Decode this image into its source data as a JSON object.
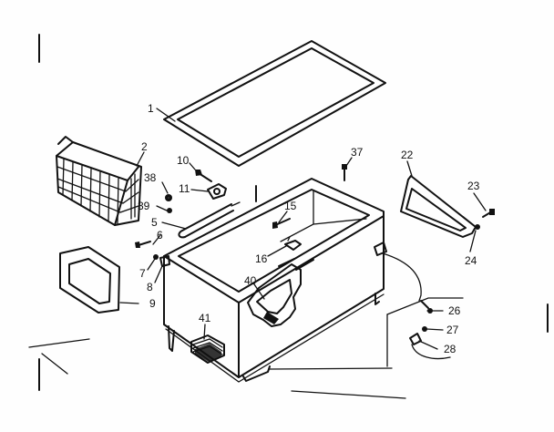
{
  "callouts": [
    {
      "id": "lid-gasket",
      "label": "1"
    },
    {
      "id": "basket",
      "label": "2"
    },
    {
      "id": "hinge-rod",
      "label": "5"
    },
    {
      "id": "screw-6",
      "label": "6"
    },
    {
      "id": "washer-7",
      "label": "7"
    },
    {
      "id": "bushing-8",
      "label": "8"
    },
    {
      "id": "panel-9",
      "label": "9"
    },
    {
      "id": "screw-10",
      "label": "10"
    },
    {
      "id": "bracket-11",
      "label": "11"
    },
    {
      "id": "screw-15",
      "label": "15"
    },
    {
      "id": "bracket-16",
      "label": "16"
    },
    {
      "id": "back-panel-22",
      "label": "22"
    },
    {
      "id": "screw-23",
      "label": "23"
    },
    {
      "id": "washer-24",
      "label": "24"
    },
    {
      "id": "part-26",
      "label": "26"
    },
    {
      "id": "part-27",
      "label": "27"
    },
    {
      "id": "part-28",
      "label": "28"
    },
    {
      "id": "screw-37",
      "label": "37"
    },
    {
      "id": "screw-38",
      "label": "38"
    },
    {
      "id": "washer-39",
      "label": "39"
    },
    {
      "id": "drain-40",
      "label": "40"
    },
    {
      "id": "grille-41",
      "label": "41"
    }
  ]
}
